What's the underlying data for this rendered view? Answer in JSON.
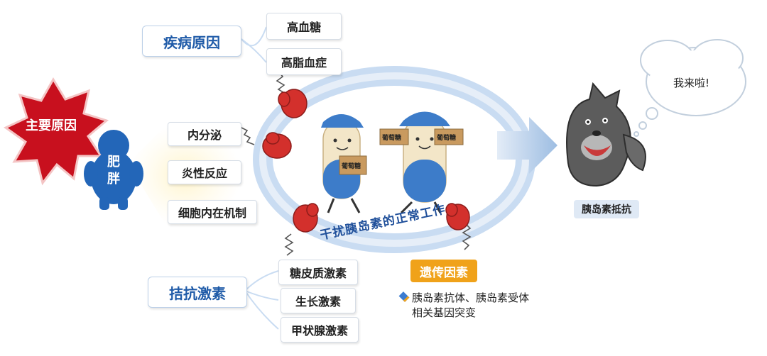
{
  "disease_causes": {
    "title": "疾病原因",
    "items": [
      "高血糖",
      "高脂血症"
    ]
  },
  "main_cause": {
    "burst_label": "主要原因",
    "character_label_1": "肥",
    "character_label_2": "胖"
  },
  "obesity_effects": [
    "内分泌",
    "炎性反应",
    "细胞内在机制"
  ],
  "antagonist_hormones": {
    "title": "拮抗激素",
    "items": [
      "糖皮质激素",
      "生长激素",
      "甲状腺激素"
    ]
  },
  "genetic": {
    "label": "遗传因素",
    "bullet_line1": "胰岛素抗体、胰岛素受体",
    "bullet_line2": "相关基因突变"
  },
  "ring_caption": "干扰胰岛素的正常工作",
  "box_label": "葡萄糖",
  "wolf": {
    "speech": "我来啦!",
    "label": "胰岛素抵抗"
  },
  "colors": {
    "title_blue": "#1f5ba8",
    "burst_red": "#c8101e",
    "genetic_orange": "#f0a21a",
    "ring_blue": "#c9dcf2",
    "glove_red": "#d3302c"
  }
}
